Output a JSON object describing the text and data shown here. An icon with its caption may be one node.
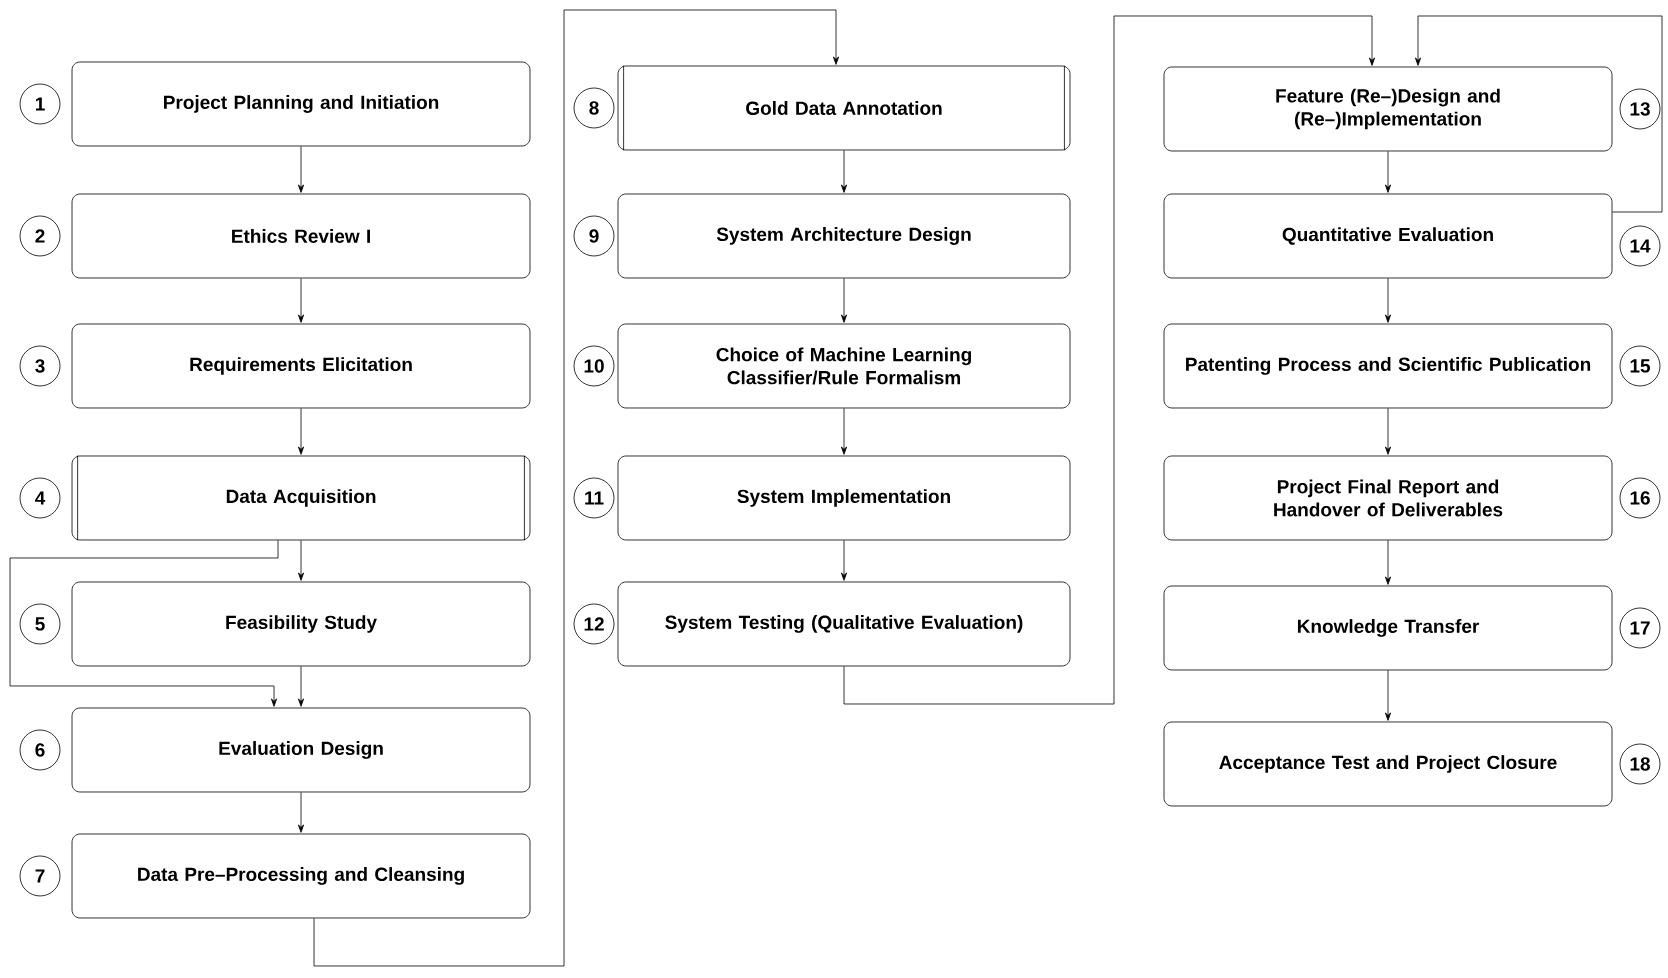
{
  "diagram": {
    "nodes": [
      {
        "text": [
          "Project Planning and Initiation"
        ],
        "beside": [
          "1"
        ]
      },
      {
        "text": [
          "Ethics Review I"
        ],
        "beside": [
          "2"
        ]
      },
      {
        "text": [
          "Requirements Elicitation"
        ],
        "beside": [
          "3"
        ]
      },
      {
        "text": [
          "Data Acquisition"
        ],
        "beside": [
          "4"
        ]
      },
      {
        "text": [
          "Feasibility Study"
        ],
        "beside": [
          "5"
        ]
      },
      {
        "text": [
          "Evaluation Design"
        ],
        "beside": [
          "6"
        ]
      },
      {
        "text": [
          "Data Pre–Processing and Cleansing"
        ],
        "beside": [
          "7"
        ]
      },
      {
        "text": [
          "Gold Data Annotation"
        ],
        "beside": [
          "8"
        ]
      },
      {
        "text": [
          "System Architecture Design"
        ],
        "beside": [
          "9"
        ]
      },
      {
        "text": [
          "Choice of Machine Learning Classifier/Rule Formalism"
        ],
        "beside": [
          "10"
        ]
      },
      {
        "text": [
          "System Implementation"
        ],
        "beside": [
          "11"
        ]
      },
      {
        "text": [
          "System Testing (Qualitative Evaluation)"
        ],
        "beside": [
          "12"
        ]
      },
      {
        "text": [
          "Feature (Re–)Design and (Re–)Implementation"
        ],
        "beside": [
          "13"
        ]
      },
      {
        "text": [
          "Quantitative Evaluation"
        ],
        "beside": [
          "14"
        ]
      },
      {
        "text": [
          "Patenting Process and Scientific Publication"
        ],
        "beside": [
          "15"
        ]
      },
      {
        "text": [
          "Project Final Report and Handover of Deliverables"
        ],
        "beside": [
          "16"
        ]
      },
      {
        "text": [
          "Knowledge Transfer"
        ],
        "beside": [
          "17"
        ]
      },
      {
        "text": [
          "Acceptance Test and Project Closure"
        ],
        "beside": [
          "18"
        ]
      }
    ],
    "edges": [
      {
        "from": 0,
        "to": 1,
        "arrow": "to"
      },
      {
        "from": 1,
        "to": 2,
        "arrow": "to"
      },
      {
        "from": 2,
        "to": 3,
        "arrow": "to"
      },
      {
        "from": 3,
        "to": 4,
        "arrow": "to"
      },
      {
        "from": 3,
        "to": 5,
        "arrow": "to"
      },
      {
        "from": 4,
        "to": 5,
        "arrow": "to"
      },
      {
        "from": 5,
        "to": 6,
        "arrow": "to"
      },
      {
        "from": 6,
        "to": 7,
        "arrow": "to"
      },
      {
        "from": 7,
        "to": 8,
        "arrow": "to"
      },
      {
        "from": 8,
        "to": 9,
        "arrow": "to"
      },
      {
        "from": 9,
        "to": 10,
        "arrow": "to"
      },
      {
        "from": 10,
        "to": 11,
        "arrow": "to"
      },
      {
        "from": 11,
        "to": 12,
        "arrow": "to"
      },
      {
        "from": 12,
        "to": 13,
        "arrow": "to"
      },
      {
        "from": 13,
        "to": 12,
        "arrow": "to"
      },
      {
        "from": 13,
        "to": 14,
        "arrow": "to"
      },
      {
        "from": 14,
        "to": 15,
        "arrow": "to"
      },
      {
        "from": 15,
        "to": 16,
        "arrow": "to"
      },
      {
        "from": 16,
        "to": 17,
        "arrow": "to"
      }
    ]
  }
}
